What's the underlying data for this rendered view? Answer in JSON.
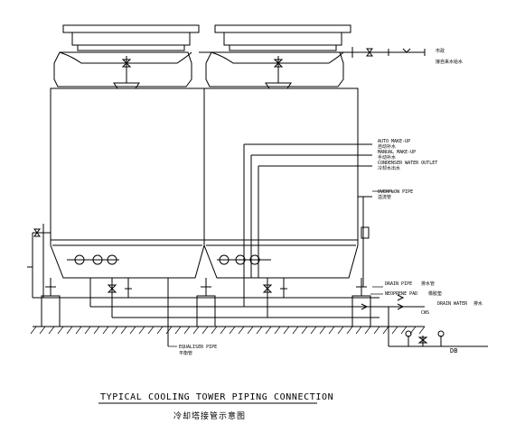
{
  "drawing": {
    "title": "TYPICAL COOLING TOWER PIPING CONNECTION",
    "subtitle": "冷却塔接管示意图"
  },
  "labels": {
    "auto_makeup": "AUTO MAKE-UP",
    "auto_makeup_cn": "自动补水",
    "manual_makeup": "MANUAL MAKE-UP",
    "manual_makeup_cn": "手动补水",
    "condenser_outlet": "CONDENSER WATER OUTLET",
    "condenser_outlet_cn": "冷却水出水",
    "overflow_pipe": "OVERFLOW PIPE",
    "overflow_pipe_cn": "溢流管",
    "drain_pipe": "DRAIN PIPE",
    "drain_pipe_cn": "排水管",
    "neoprene_pad": "NEOPRENE PAD",
    "neoprene_pad_cn": "橡胶垫",
    "drain_water": "DRAIN WATER",
    "drain_water_cn": "排水",
    "cws": "CWS",
    "equaliser_pipe": "EQUALISER PIPE",
    "equaliser_pipe_cn": "平衡管",
    "top_right_main": "市政",
    "top_right_sub": "接自来水给水",
    "db_label": "DB"
  }
}
